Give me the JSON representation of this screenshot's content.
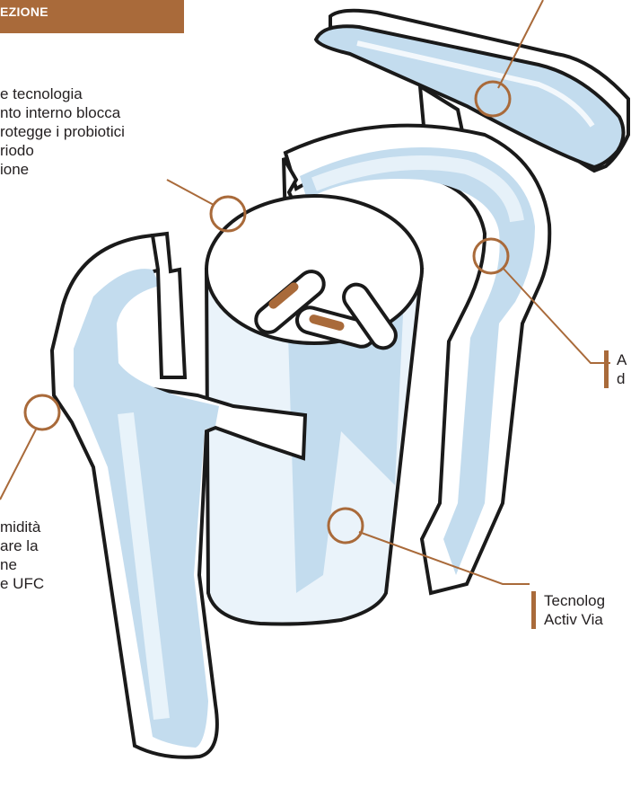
{
  "section_header": {
    "text": "EZIONE"
  },
  "callouts": {
    "inner_coating": {
      "lines": [
        "e tecnologia",
        "nto interno blocca",
        "rotegge i probiotici",
        "riodo",
        "ione"
      ]
    },
    "humidity": {
      "lines": [
        "midità",
        "are la",
        "ne",
        "e UFC"
      ]
    },
    "right_top": {
      "lines": [
        "A",
        "d"
      ]
    },
    "technology": {
      "lines": [
        "Tecnolog",
        "Activ Via"
      ]
    }
  },
  "colors": {
    "accent": "#a96a3a",
    "outline": "#1a1a1a",
    "fill_light": "#eaf3fa",
    "fill_blue": "#c3dcee",
    "text": "#231f20"
  }
}
